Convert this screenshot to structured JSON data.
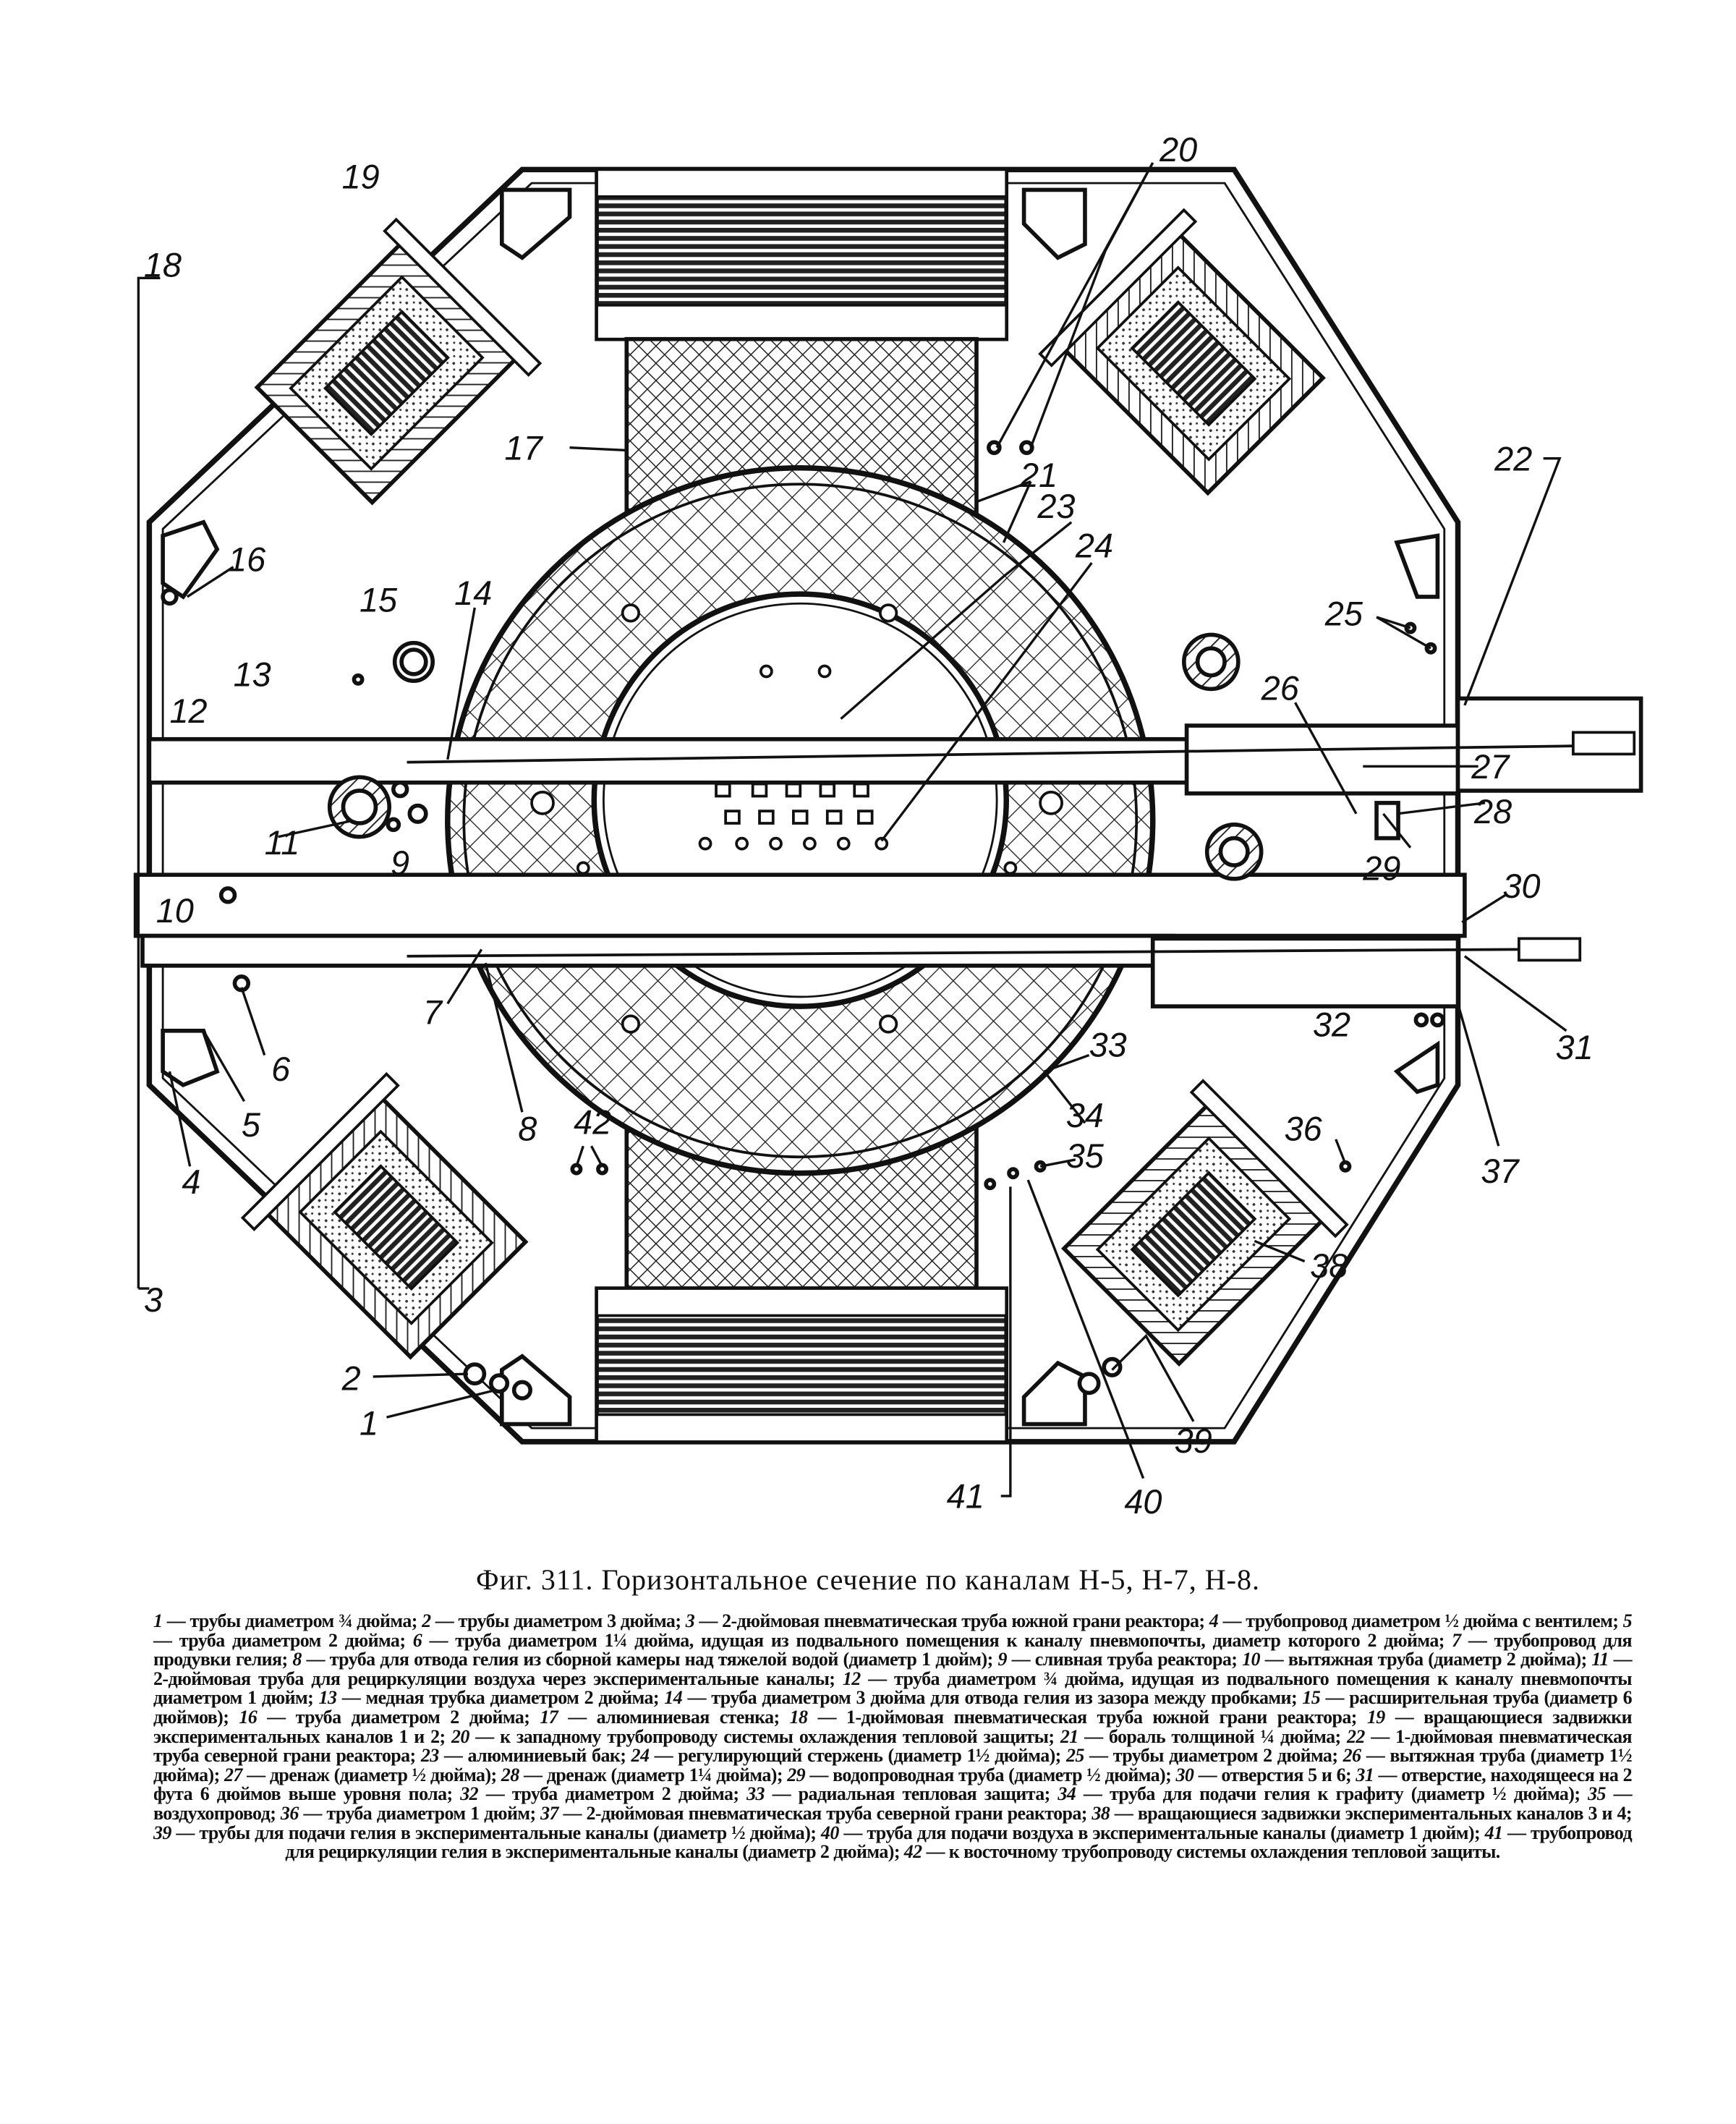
{
  "figure": {
    "labels": [
      "1",
      "2",
      "3",
      "4",
      "5",
      "6",
      "7",
      "8",
      "9",
      "10",
      "11",
      "12",
      "13",
      "14",
      "15",
      "16",
      "17",
      "18",
      "19",
      "20",
      "21",
      "22",
      "23",
      "24",
      "25",
      "26",
      "27",
      "28",
      "29",
      "30",
      "31",
      "32",
      "33",
      "34",
      "35",
      "36",
      "37",
      "38",
      "39",
      "40",
      "41",
      "42"
    ]
  },
  "caption": {
    "title": "Фиг. 311. Горизонтальное сечение по каналам Н-5, Н-7, Н-8."
  },
  "legend": [
    {
      "n": "1",
      "text": "трубы диаметром ¾ дюйма"
    },
    {
      "n": "2",
      "text": "трубы диаметром 3 дюйма"
    },
    {
      "n": "3",
      "text": "2-дюймовая пневматическая труба южной грани реактора"
    },
    {
      "n": "4",
      "text": "трубопровод диаметром ½ дюйма с вентилем"
    },
    {
      "n": "5",
      "text": "труба диаметром 2 дюйма"
    },
    {
      "n": "6",
      "text": "труба диаметром 1¼ дюйма, идущая из подвального помещения к каналу пневмопочты, диаметр которого 2 дюйма"
    },
    {
      "n": "7",
      "text": "трубопровод для продувки гелия"
    },
    {
      "n": "8",
      "text": "труба для отвода гелия из сборной камеры над тяжелой водой (диаметр 1 дюйм)"
    },
    {
      "n": "9",
      "text": "сливная труба реактора"
    },
    {
      "n": "10",
      "text": "вытяжная труба (диаметр 2 дюйма)"
    },
    {
      "n": "11",
      "text": "2-дюймовая труба для рециркуляции воздуха через экспериментальные каналы"
    },
    {
      "n": "12",
      "text": "труба диаметром ¾ дюйма, идущая из подвального помещения к каналу пневмопочты диаметром 1 дюйм"
    },
    {
      "n": "13",
      "text": "медная трубка диаметром 2 дюйма"
    },
    {
      "n": "14",
      "text": "труба диаметром 3 дюйма для отвода гелия из зазора между пробками"
    },
    {
      "n": "15",
      "text": "расширительная труба (диаметр 6 дюймов)"
    },
    {
      "n": "16",
      "text": "труба диаметром 2 дюйма"
    },
    {
      "n": "17",
      "text": "алюминиевая стенка"
    },
    {
      "n": "18",
      "text": "1-дюймовая пневматическая труба южной грани реактора"
    },
    {
      "n": "19",
      "text": "вращающиеся задвижки экспериментальных каналов 1 и 2"
    },
    {
      "n": "20",
      "text": "к западному трубопроводу системы охлаждения тепловой защиты"
    },
    {
      "n": "21",
      "text": "бораль толщиной ¼ дюйма"
    },
    {
      "n": "22",
      "text": "1-дюймовая пневматическая труба северной грани реактора"
    },
    {
      "n": "23",
      "text": "алюминиевый бак"
    },
    {
      "n": "24",
      "text": "регулирующий стержень (диаметр 1½ дюйма)"
    },
    {
      "n": "25",
      "text": "трубы диаметром 2 дюйма"
    },
    {
      "n": "26",
      "text": "вытяжная труба (диаметр 1½ дюйма)"
    },
    {
      "n": "27",
      "text": "дренаж (диаметр ½ дюйма)"
    },
    {
      "n": "28",
      "text": "дренаж (диаметр 1¼ дюйма)"
    },
    {
      "n": "29",
      "text": "водопроводная труба (диаметр ½ дюйма)"
    },
    {
      "n": "30",
      "text": "отверстия 5 и 6"
    },
    {
      "n": "31",
      "text": "отверстие, находящееся на 2 фута 6 дюймов выше уровня пола"
    },
    {
      "n": "32",
      "text": "труба диаметром 2 дюйма"
    },
    {
      "n": "33",
      "text": "радиальная тепловая защита"
    },
    {
      "n": "34",
      "text": "труба для подачи гелия к графиту (диаметр ½ дюйма)"
    },
    {
      "n": "35",
      "text": "воздухопровод"
    },
    {
      "n": "36",
      "text": "труба диаметром 1 дюйм"
    },
    {
      "n": "37",
      "text": "2-дюймовая пневматическая труба северной грани реактора"
    },
    {
      "n": "38",
      "text": "вращающиеся задвижки экспериментальных каналов 3 и 4"
    },
    {
      "n": "39",
      "text": "трубы для подачи гелия в экспериментальные каналы (диаметр ½ дюйма)"
    },
    {
      "n": "40",
      "text": "труба для подачи воздуха в экспериментальные каналы (диаметр 1 дюйм)"
    },
    {
      "n": "41",
      "text": "трубопровод для рециркуляции гелия в экспериментальные каналы (диаметр 2 дюйма)"
    },
    {
      "n": "42",
      "text": "к восточному трубопроводу системы охлаждения тепловой защиты."
    }
  ]
}
